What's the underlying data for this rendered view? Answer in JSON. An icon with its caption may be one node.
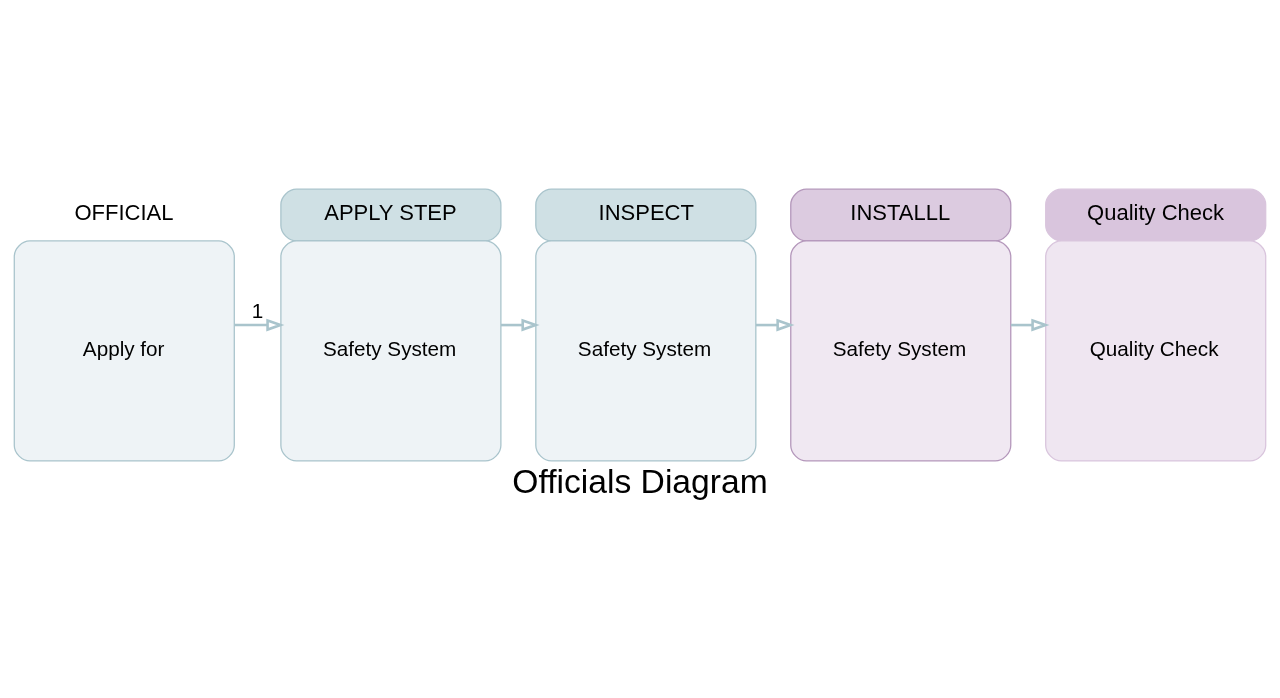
{
  "diagram": {
    "title": "Officials Diagram",
    "nodes": [
      {
        "text": [
          "OFFICIAL",
          "Apply for"
        ]
      },
      {
        "text": [
          "APPLY STEP",
          "Safety System"
        ]
      },
      {
        "text": [
          "INSPECT",
          "Safety System"
        ]
      },
      {
        "text": [
          "INSTALLL",
          "Safety System"
        ]
      },
      {
        "text": [
          "Quality Check",
          "Quality Check"
        ]
      }
    ],
    "edges": [
      {
        "from": 0,
        "to": 1,
        "arrow": "to",
        "label": "1"
      },
      {
        "from": 1,
        "to": 2,
        "arrow": "to"
      },
      {
        "from": 2,
        "to": 3,
        "arrow": "to"
      },
      {
        "from": 3,
        "to": 4,
        "arrow": "to"
      }
    ]
  }
}
